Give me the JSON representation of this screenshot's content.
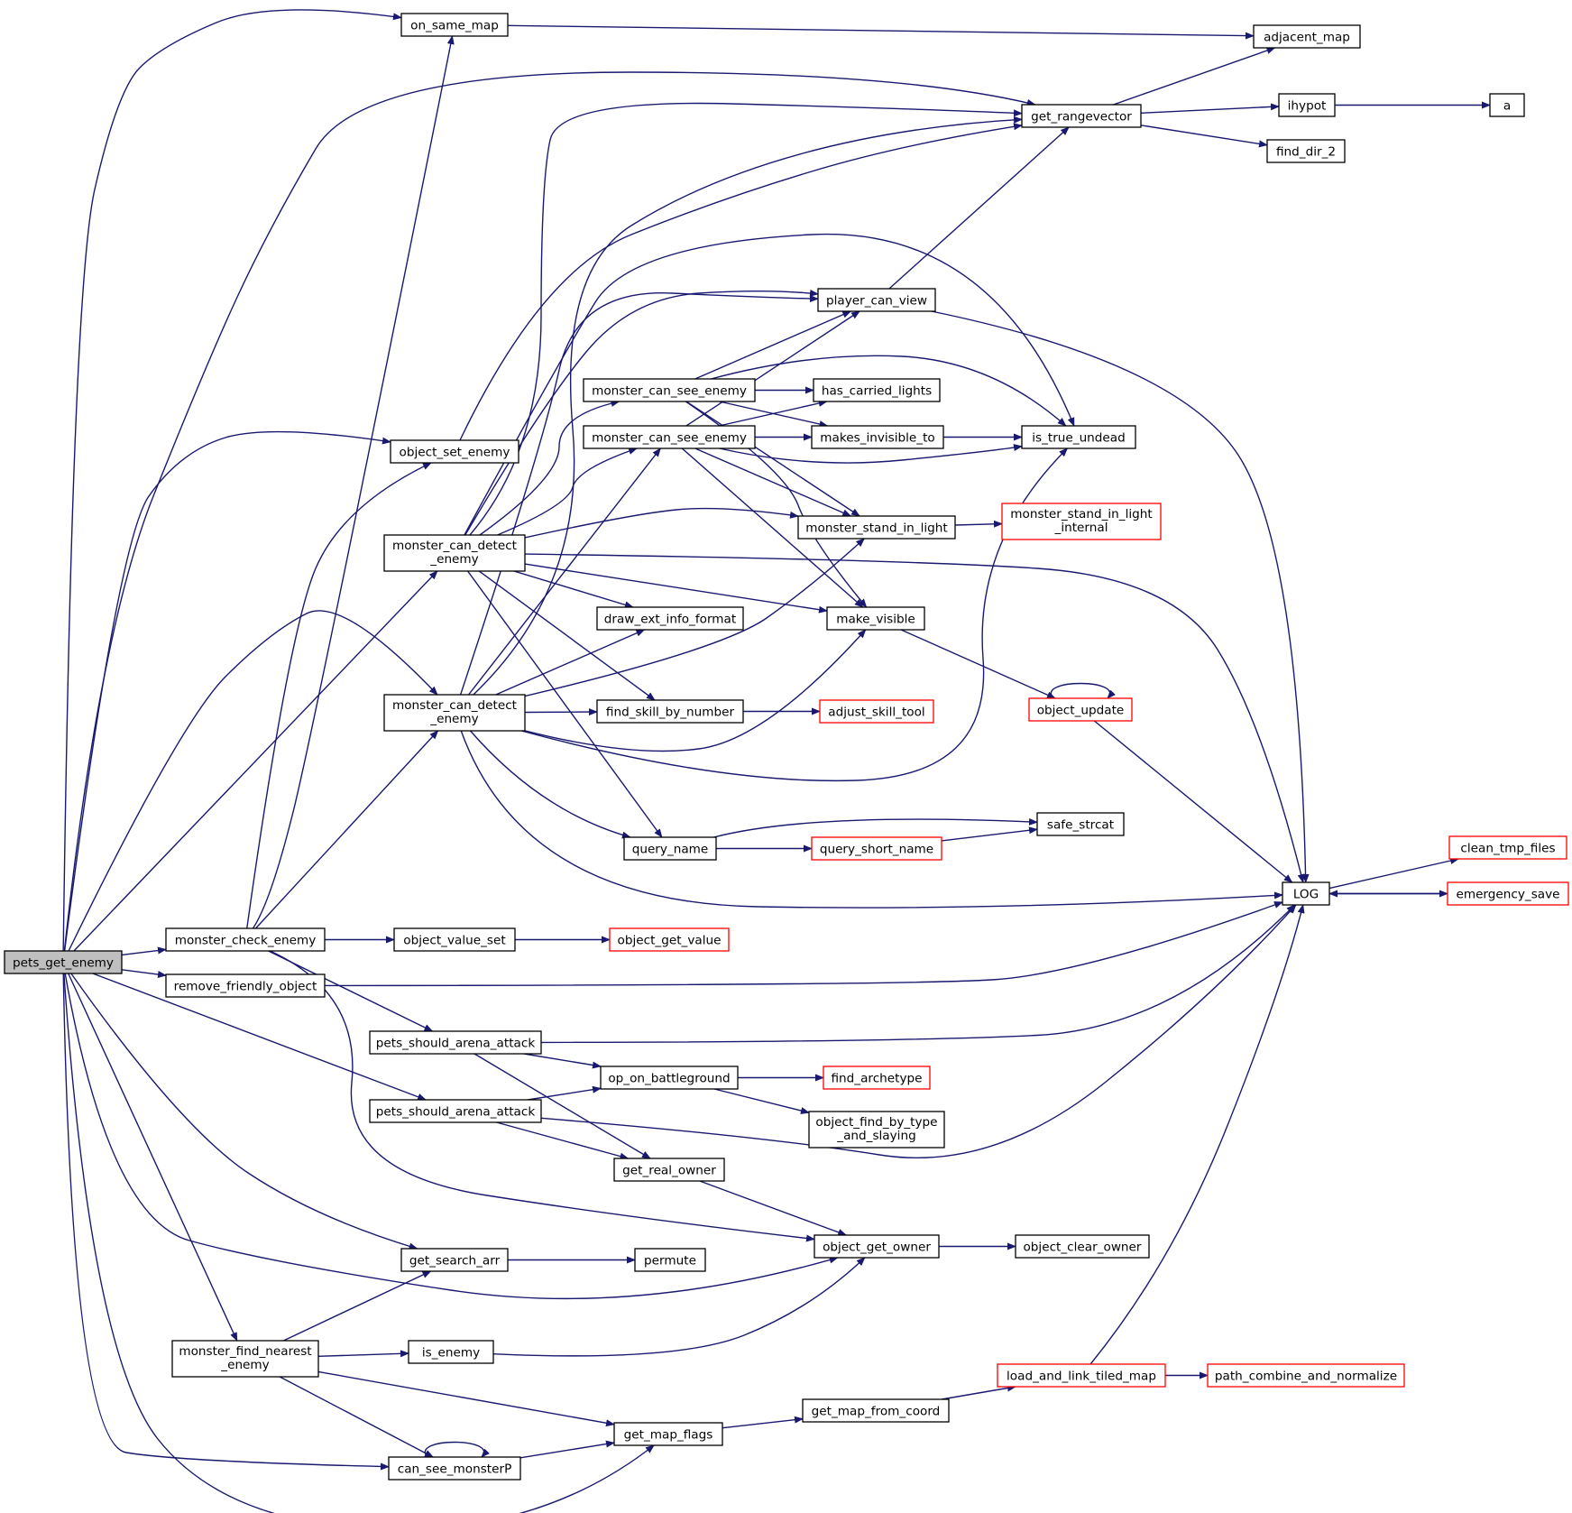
{
  "graph": {
    "edge_color": "#191970",
    "node_border": "#000000",
    "node_border_incomplete": "#ff0000",
    "root_fill": "#bfbfbf",
    "nodes": [
      {
        "id": "pets_get_enemy",
        "label": "pets_get_enemy",
        "root": true
      },
      {
        "id": "on_same_map",
        "label": "on_same_map"
      },
      {
        "id": "adjacent_map",
        "label": "adjacent_map"
      },
      {
        "id": "get_rangevector",
        "label": "get_rangevector"
      },
      {
        "id": "ihypot",
        "label": "ihypot"
      },
      {
        "id": "a",
        "label": "a"
      },
      {
        "id": "find_dir_2",
        "label": "find_dir_2"
      },
      {
        "id": "player_can_view",
        "label": "player_can_view"
      },
      {
        "id": "monster_can_see_enemy_1",
        "label": "monster_can_see_enemy"
      },
      {
        "id": "has_carried_lights",
        "label": "has_carried_lights"
      },
      {
        "id": "object_set_enemy",
        "label": "object_set_enemy"
      },
      {
        "id": "monster_can_see_enemy_2",
        "label": "monster_can_see_enemy"
      },
      {
        "id": "makes_invisible_to",
        "label": "makes_invisible_to"
      },
      {
        "id": "is_true_undead",
        "label": "is_true_undead"
      },
      {
        "id": "monster_stand_in_light",
        "label": "monster_stand_in_light"
      },
      {
        "id": "monster_stand_in_light_internal",
        "label": "monster_stand_in_light",
        "label2": "_internal",
        "red": true
      },
      {
        "id": "monster_can_detect_enemy_1",
        "label": "monster_can_detect",
        "label2": "_enemy"
      },
      {
        "id": "draw_ext_info_format",
        "label": "draw_ext_info_format"
      },
      {
        "id": "make_visible",
        "label": "make_visible"
      },
      {
        "id": "object_update",
        "label": "object_update",
        "red": true
      },
      {
        "id": "monster_can_detect_enemy_2",
        "label": "monster_can_detect",
        "label2": "_enemy"
      },
      {
        "id": "find_skill_by_number",
        "label": "find_skill_by_number"
      },
      {
        "id": "adjust_skill_tool",
        "label": "adjust_skill_tool",
        "red": true
      },
      {
        "id": "safe_strcat",
        "label": "safe_strcat"
      },
      {
        "id": "query_name",
        "label": "query_name"
      },
      {
        "id": "query_short_name",
        "label": "query_short_name",
        "red": true
      },
      {
        "id": "clean_tmp_files",
        "label": "clean_tmp_files",
        "red": true
      },
      {
        "id": "LOG",
        "label": "LOG"
      },
      {
        "id": "emergency_save",
        "label": "emergency_save",
        "red": true
      },
      {
        "id": "monster_check_enemy",
        "label": "monster_check_enemy"
      },
      {
        "id": "object_value_set",
        "label": "object_value_set"
      },
      {
        "id": "object_get_value",
        "label": "object_get_value",
        "red": true
      },
      {
        "id": "remove_friendly_object",
        "label": "remove_friendly_object"
      },
      {
        "id": "pets_should_arena_attack_1",
        "label": "pets_should_arena_attack"
      },
      {
        "id": "op_on_battleground",
        "label": "op_on_battleground"
      },
      {
        "id": "find_archetype",
        "label": "find_archetype",
        "red": true
      },
      {
        "id": "pets_should_arena_attack_2",
        "label": "pets_should_arena_attack"
      },
      {
        "id": "object_find_by_type_and_slaying",
        "label": "object_find_by_type",
        "label2": "_and_slaying"
      },
      {
        "id": "get_real_owner",
        "label": "get_real_owner"
      },
      {
        "id": "object_get_owner",
        "label": "object_get_owner"
      },
      {
        "id": "object_clear_owner",
        "label": "object_clear_owner"
      },
      {
        "id": "get_search_arr",
        "label": "get_search_arr"
      },
      {
        "id": "permute",
        "label": "permute"
      },
      {
        "id": "monster_find_nearest_enemy",
        "label": "monster_find_nearest",
        "label2": "_enemy"
      },
      {
        "id": "is_enemy",
        "label": "is_enemy"
      },
      {
        "id": "load_and_link_tiled_map",
        "label": "load_and_link_tiled_map",
        "red": true
      },
      {
        "id": "path_combine_and_normalize",
        "label": "path_combine_and_normalize",
        "red": true
      },
      {
        "id": "get_map_from_coord",
        "label": "get_map_from_coord"
      },
      {
        "id": "get_map_flags",
        "label": "get_map_flags"
      },
      {
        "id": "can_see_monsterP",
        "label": "can_see_monsterP"
      }
    ]
  }
}
